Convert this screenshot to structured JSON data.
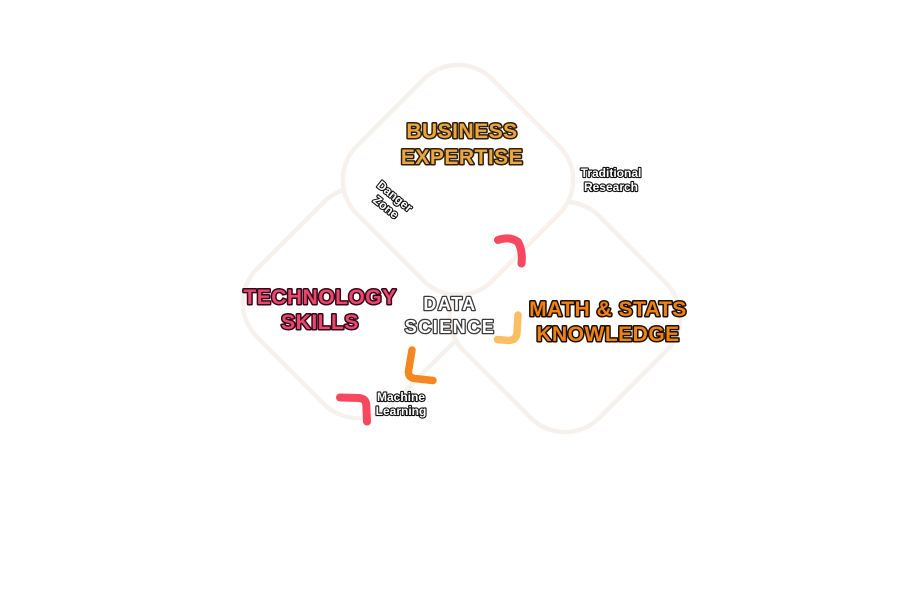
{
  "venn": {
    "sets": {
      "business": {
        "line1": "BUSINESS",
        "line2": "EXPERTISE",
        "color": "#E9A643"
      },
      "technology": {
        "line1": "TECHNOLOGY",
        "line2": "SKILLS",
        "color": "#E9486D"
      },
      "math": {
        "line1": "MATH & STATS",
        "line2": "KNOWLEDGE",
        "color": "#F08114"
      }
    },
    "intersections": {
      "center": {
        "line1": "DATA",
        "line2": "SCIENCE",
        "color": "#FFFFFF"
      },
      "danger_zone": {
        "line1": "Danger",
        "line2": "Zone",
        "color": "#FFFFFF"
      },
      "traditional_research": {
        "line1": "Traditional",
        "line2": "Research",
        "color": "#FFFFFF"
      },
      "machine_learning": {
        "line1": "Machine",
        "line2": "Learning",
        "color": "#FFFFFF"
      }
    },
    "accents": {
      "pink": "#F8485F",
      "orange": "#F6871E",
      "yellow": "#FBBE62"
    },
    "outline_color": "#F6F1EC"
  }
}
